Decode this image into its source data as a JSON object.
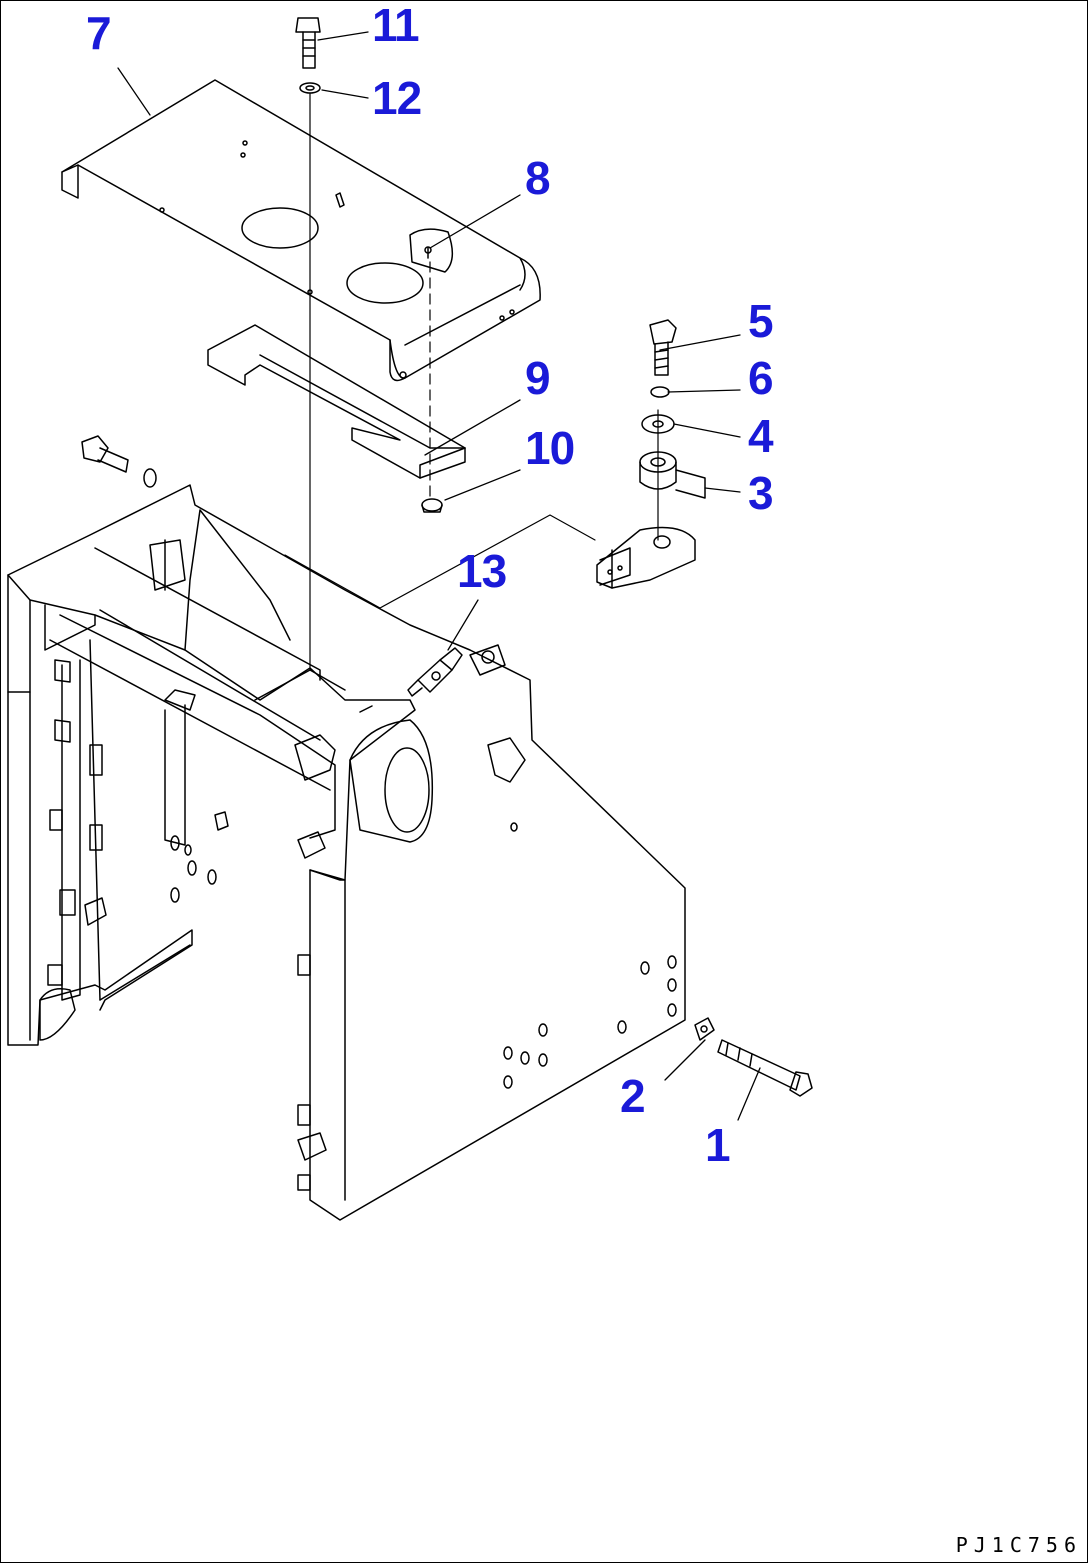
{
  "drawing": {
    "code": "PJ1C756",
    "line_color": "#000000",
    "callout_color": "#1a1ad8"
  },
  "callouts": {
    "c1": "1",
    "c2": "2",
    "c3": "3",
    "c4": "4",
    "c5": "5",
    "c6": "6",
    "c7": "7",
    "c8": "8",
    "c9": "9",
    "c10": "10",
    "c11": "11",
    "c12": "12",
    "c13": "13"
  }
}
